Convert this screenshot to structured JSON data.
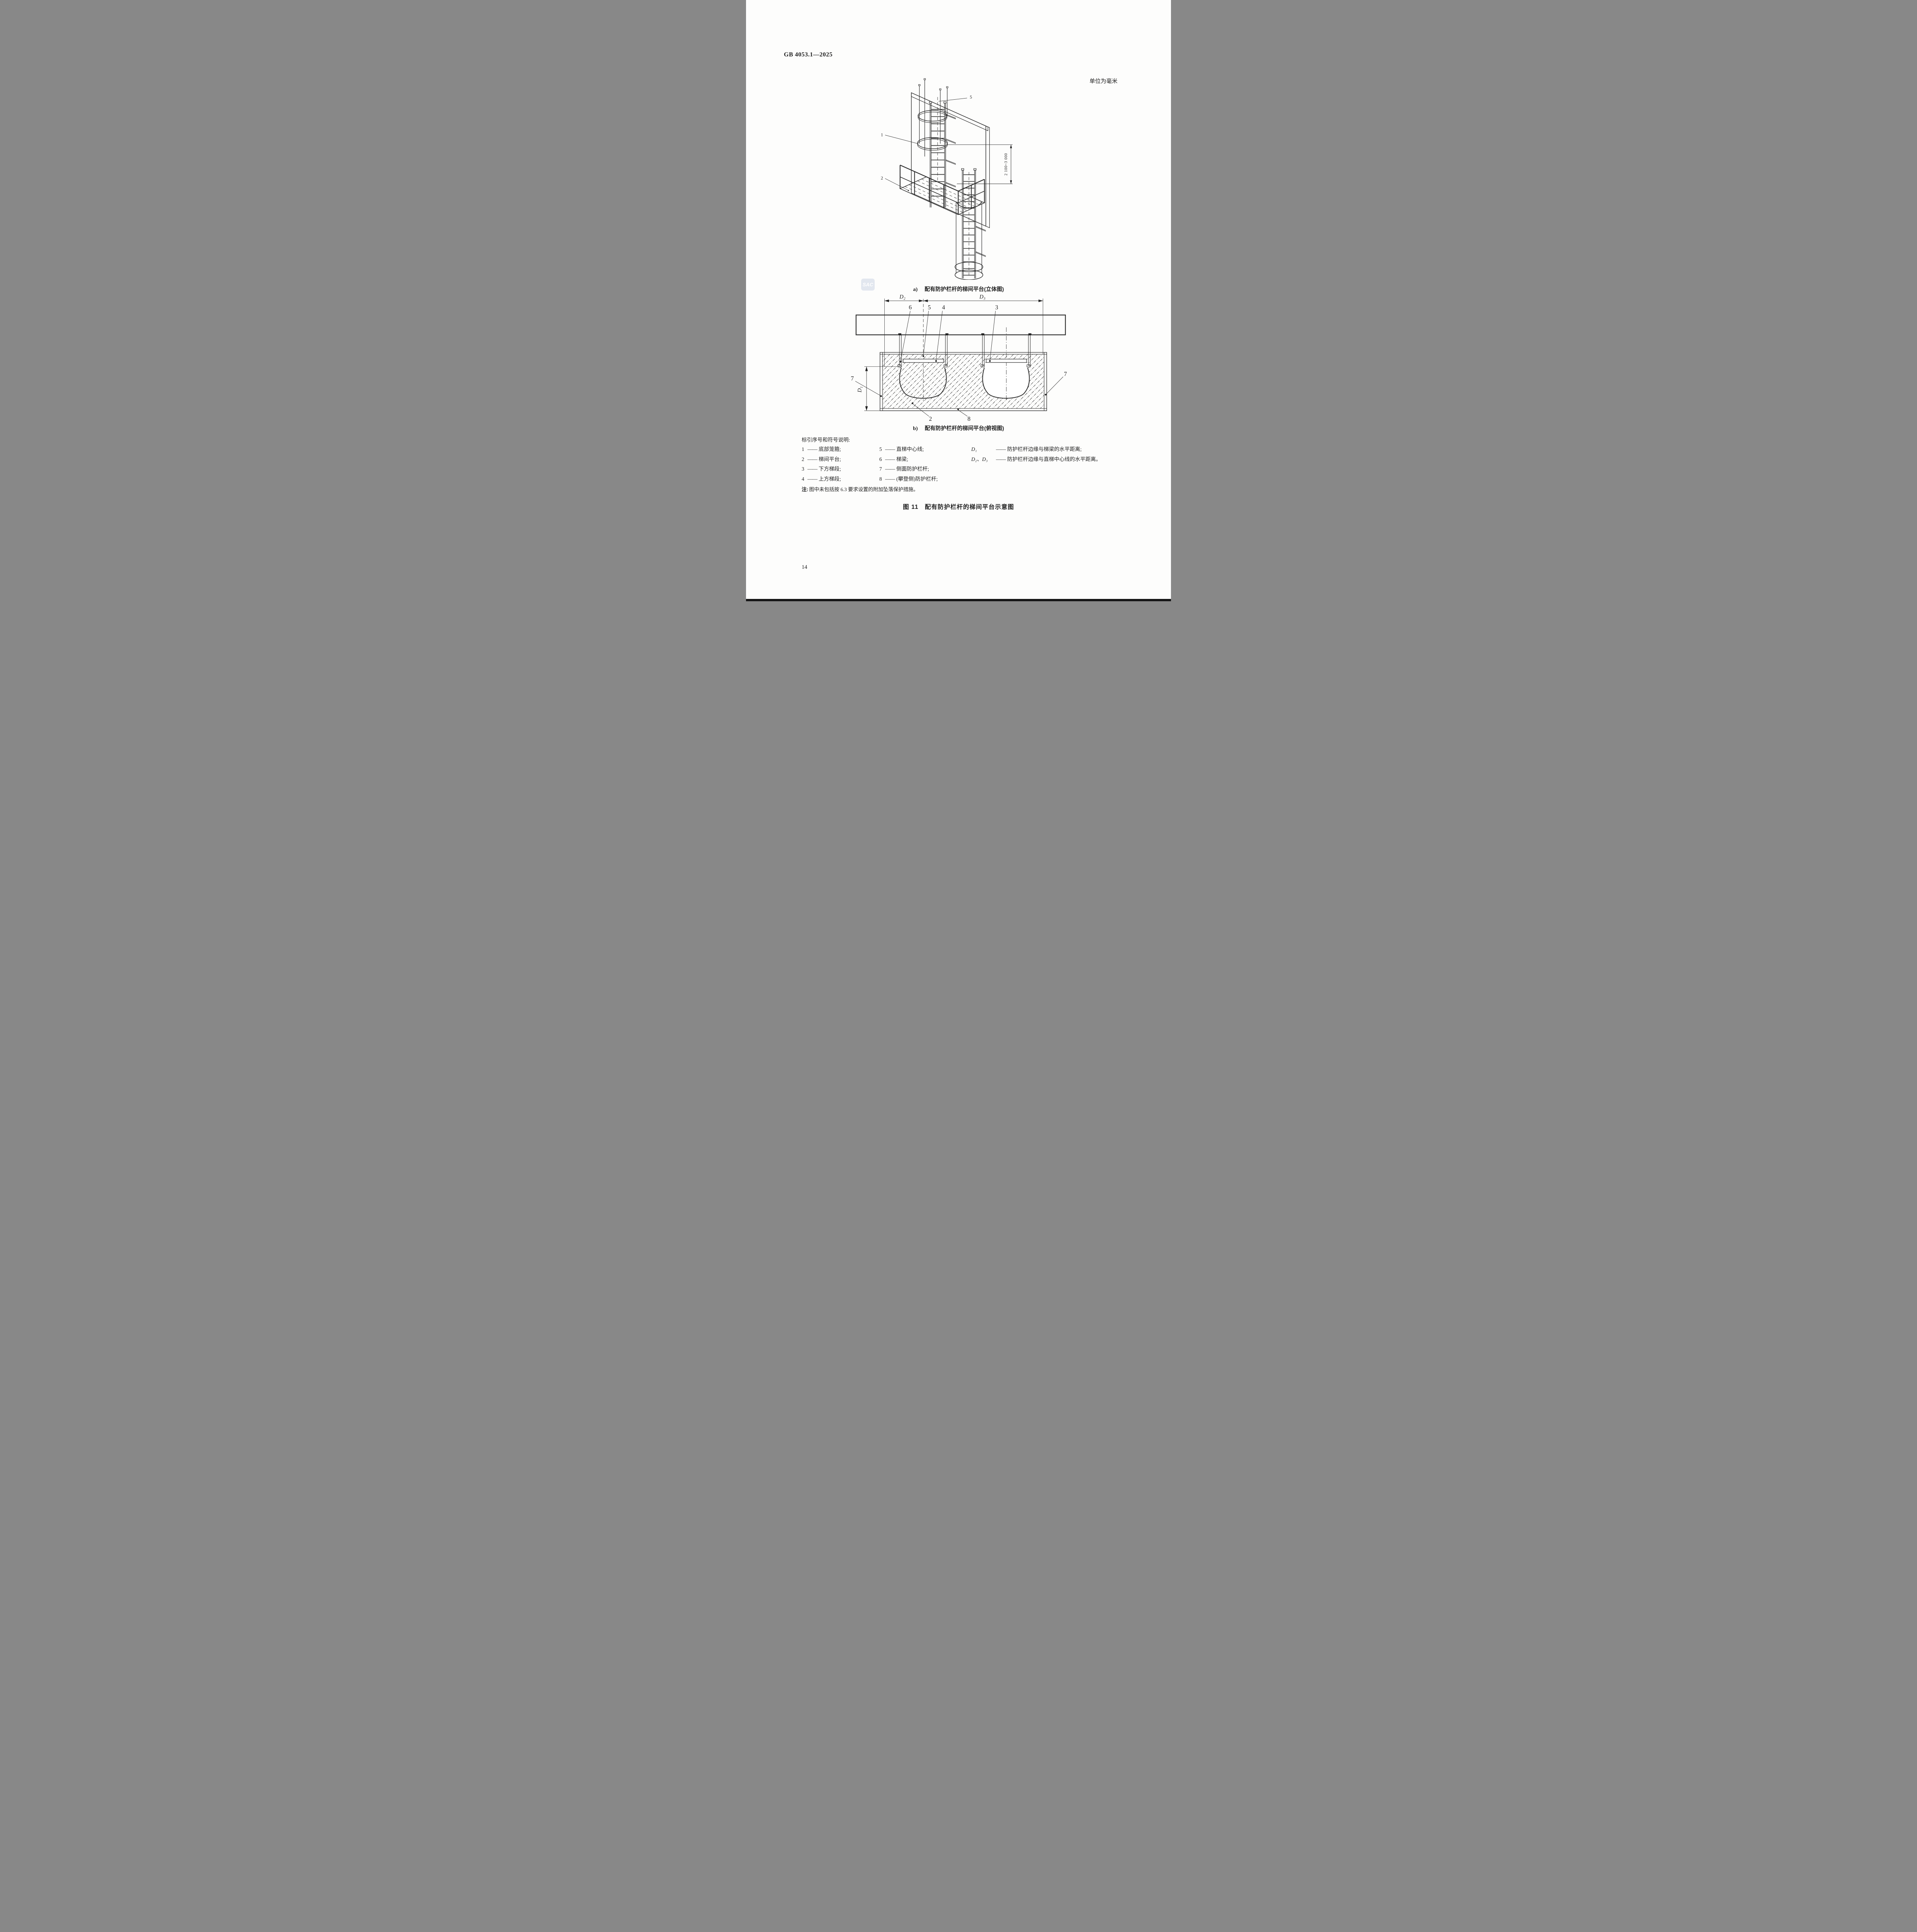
{
  "page": {
    "standard_code": "GB 4053.1—2025",
    "unit_note": "单位为毫米",
    "page_number": "14",
    "watermark": "SAC"
  },
  "figure": {
    "caption_a_prefix": "a)",
    "caption_a": "配有防护栏杆的梯间平台(立体图)",
    "caption_b_prefix": "b)",
    "caption_b": "配有防护栏杆的梯间平台(俯视图)",
    "title": "图 11　配有防护栏杆的梯间平台示意图"
  },
  "diagram_a": {
    "labels": {
      "cage": "1",
      "platform": "2",
      "centerline": "5"
    },
    "dimension": "2 100~3 000"
  },
  "diagram_b": {
    "labels": {
      "beam": "6",
      "centerline": "5",
      "upper_ladder": "4",
      "lower_ladder": "3",
      "side_rail_left": "7",
      "side_rail_right": "7",
      "platform": "2",
      "climb_rail": "8"
    },
    "dims": {
      "d1": "D₁",
      "d2": "D₂",
      "d3": "D₃"
    }
  },
  "legend": {
    "heading": "标引序号和符号说明:",
    "separator": "——",
    "col1": [
      {
        "num": "1",
        "text": "底部笼箍;"
      },
      {
        "num": "2",
        "text": "梯间平台;"
      },
      {
        "num": "3",
        "text": "下方梯段;"
      },
      {
        "num": "4",
        "text": "上方梯段;"
      }
    ],
    "col2": [
      {
        "num": "5",
        "text": "直梯中心线;"
      },
      {
        "num": "6",
        "text": "梯梁;"
      },
      {
        "num": "7",
        "text": "侧面防护栏杆;"
      },
      {
        "num": "8",
        "text": "(攀登侧)防护栏杆;"
      }
    ],
    "col3": [
      {
        "sym": "D₁",
        "text": "防护栏杆边缘与梯梁的水平距离;"
      },
      {
        "sym": "D₂、D₃",
        "text": "防护栏杆边缘与直梯中心线的水平距离。"
      }
    ]
  },
  "note": {
    "prefix": "注:",
    "text": "图中未包括按 6.3 要求设置的附加坠落保护措施。"
  }
}
